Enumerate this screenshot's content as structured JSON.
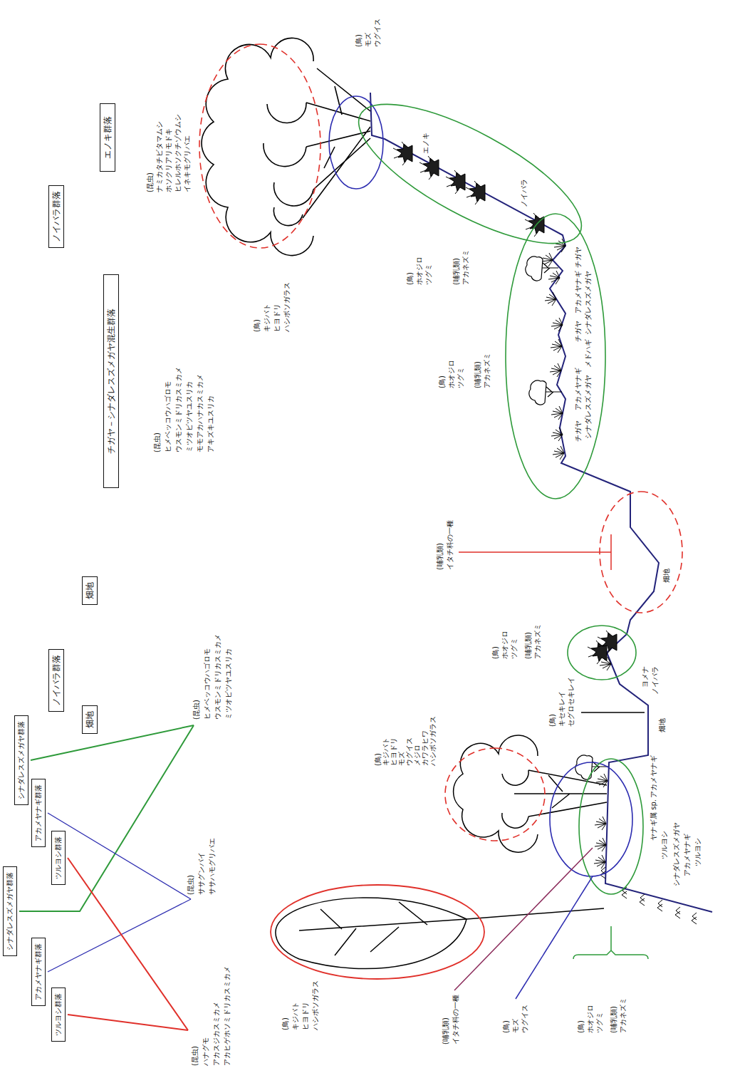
{
  "diagram": {
    "nodes": [
      {
        "text": [
          "エノキ群落"
        ]
      },
      {
        "text": [
          "ノイバラ群落"
        ]
      },
      {
        "text": [
          "チガヤ－シナダレスズメガヤ混生群落"
        ]
      },
      {
        "text": [
          "畑地"
        ]
      },
      {
        "text": [
          "ノイバラ群落"
        ]
      },
      {
        "text": [
          "畑地"
        ]
      },
      {
        "text": [
          "シナダレスズメガヤ群落"
        ]
      },
      {
        "text": [
          "アカメヤナギ群落"
        ]
      },
      {
        "text": [
          "ツルヨシ群落"
        ]
      },
      {
        "text": [
          "シナダレスズメガヤ群落"
        ]
      },
      {
        "text": [
          "アカメヤナギ群落"
        ]
      },
      {
        "text": [
          "ツルヨシ群落"
        ]
      }
    ],
    "labels": [
      "(昆虫)",
      "ナミカタチビタマムシ",
      "ホソクリアリモドキ",
      "ヒレルホソクチゾウムシ",
      "イネキモグリバエ",
      "(鳥)",
      "モズ",
      "ウグイス",
      "(鳥)",
      "キジバト",
      "ヒヨドリ",
      "ハシボソガラス",
      "エノキ",
      "ノイバラ",
      "(鳥)",
      "ホオジロ",
      "ツグミ",
      "(哺乳類)",
      "アカネズミ",
      "(昆虫)",
      "ヒメベッコウハゴロモ",
      "ウスモンミドリカスミカメ",
      "ミツオビツヤユスリカ",
      "モモアカハナカスミカメ",
      "アキズキユスリカ",
      "(鳥)",
      "ホオジロ",
      "ツグミ",
      "(哺乳類)",
      "アカネズミ",
      "チガヤ",
      "アカメヤナギ",
      "シナダレスズメガヤ",
      "チガヤ",
      "メドハギ",
      "アカメヤナギ",
      "シナダレスズメガヤ",
      "チガヤ",
      "(哺乳類)",
      "イタチ科の一種",
      "畑地",
      "(鳥)",
      "ホオジロ",
      "ツグミ",
      "(哺乳類)",
      "アカネズミ",
      "ヨメナ",
      "ノイバラ",
      "(昆虫)",
      "ヒメベッコウハゴロモ",
      "ウスモンミドリカスミカメ",
      "ミツオビツヤユスリカ",
      "(鳥)",
      "キセキレイ",
      "セグロセキレイ",
      "畑地",
      "(鳥)",
      "キジバト",
      "ヒヨドリ",
      "モズ",
      "ウグイス",
      "メジロ",
      "カワラヒワ",
      "ハシボソガラス",
      "(昆虫)",
      "ササグンバイ",
      "ササハモグリバエ",
      "アカメヤナギ",
      "ヤナギ属 sp.",
      "ツルヨシ",
      "シナダレスズメガヤ",
      "アカメヤナギ",
      "ツルヨシ",
      "(昆虫)",
      "ハナグモ",
      "アカスジカスミカメ",
      "アカヒゲホソミドリカスミカメ",
      "(鳥)",
      "キジバト",
      "ヒヨドリ",
      "ハシボソガラス",
      "(哺乳類)",
      "イタチ科の一種",
      "(鳥)",
      "モズ",
      "ウグイス",
      "(鳥)",
      "ホオジロ",
      "ツグミ",
      "(哺乳類)",
      "アカネズミ"
    ]
  }
}
